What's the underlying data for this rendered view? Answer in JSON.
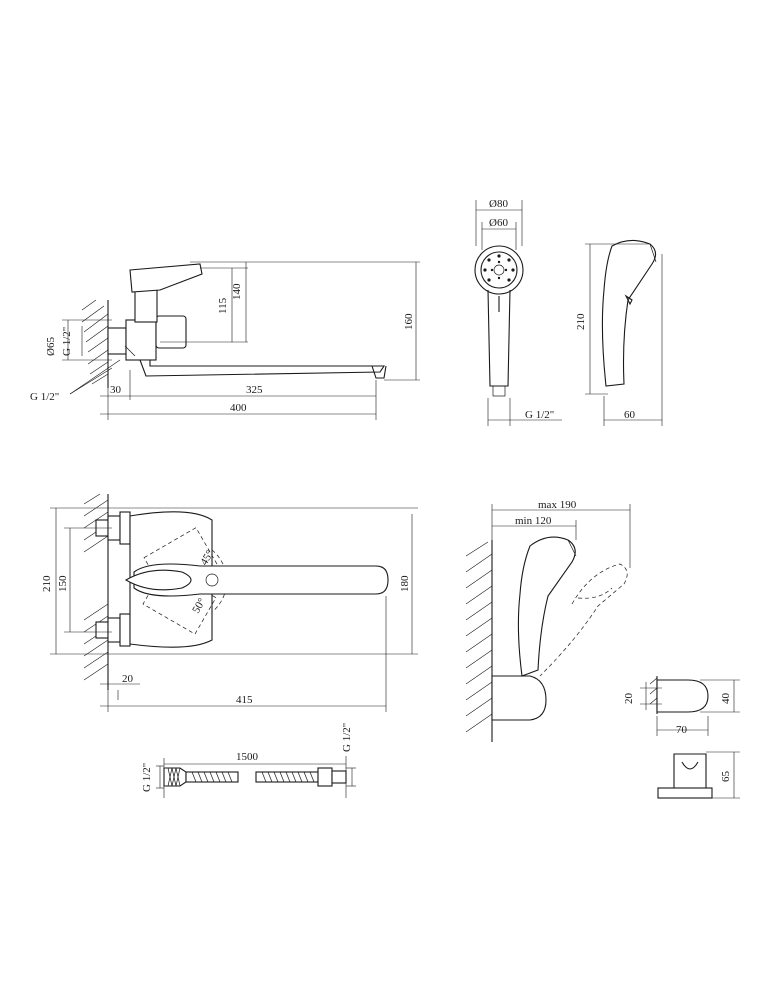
{
  "views": {
    "side_view": {
      "dims": {
        "d65": "Ø65",
        "g_half_top": "G 1/2\"",
        "g_half_bottom": "G 1/2\"",
        "h115": "115",
        "h140": "140",
        "h160": "160",
        "w30": "30",
        "w325": "325",
        "w400": "400"
      }
    },
    "shower_head_front": {
      "dims": {
        "d80": "Ø80",
        "d60": "Ø60",
        "g_half": "G 1/2\""
      }
    },
    "shower_head_side": {
      "dims": {
        "h210": "210",
        "w60": "60"
      }
    },
    "top_view": {
      "dims": {
        "h210": "210",
        "h150": "150",
        "h180": "180",
        "a45": "45°",
        "a50": "50°",
        "w20": "20",
        "w415": "415"
      }
    },
    "holder_view": {
      "dims": {
        "max190": "max 190",
        "min120": "min 120"
      }
    },
    "bracket_view": {
      "dims": {
        "h20": "20",
        "h40": "40",
        "w70": "70",
        "h65": "65"
      }
    },
    "hose_view": {
      "dims": {
        "g_half_left": "G 1/2\"",
        "len1500": "1500",
        "g_half_right": "G 1/2\""
      }
    }
  }
}
